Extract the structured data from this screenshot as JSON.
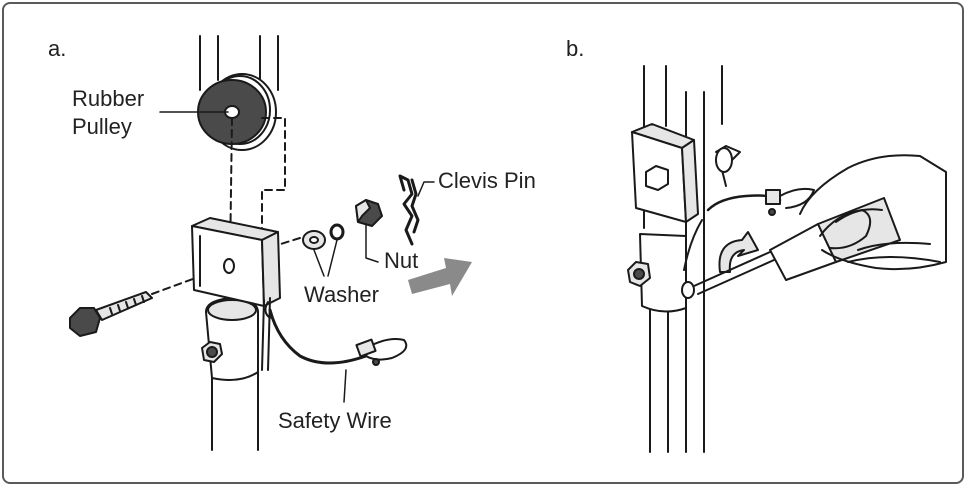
{
  "panels": {
    "a": "a.",
    "b": "b."
  },
  "labels": {
    "rubber_pulley_line1": "Rubber",
    "rubber_pulley_line2": "Pulley",
    "clevis_pin": "Clevis Pin",
    "nut": "Nut",
    "washer": "Washer",
    "safety_wire": "Safety Wire"
  },
  "colors": {
    "frame": "#5a5a5a",
    "line": "#1a1a1a",
    "part_fill": "#e6e6e6",
    "dark_part": "#4a4a4a",
    "arrow": "#8a8a8a"
  }
}
